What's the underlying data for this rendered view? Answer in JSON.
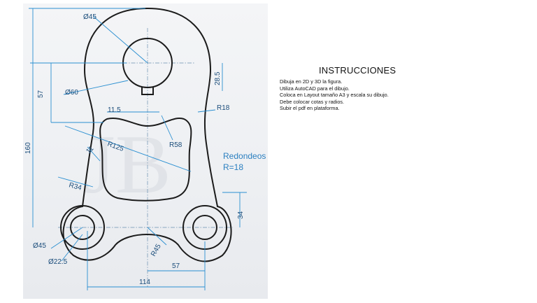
{
  "instructions": {
    "title": "INSTRUCCIONES",
    "items": [
      "Dibuja en 2D y 3D la figura.",
      "Utiliza AutoCAD para el dibujo.",
      "Coloca en Layout tamaño A3 y escala su dibujo.",
      "Debe colocar cotas y radios.",
      "Subir el pdf en plataforma."
    ]
  },
  "drawing": {
    "dimensions": {
      "d_top_outer": "Ø45",
      "d_top_inner": "Ø60",
      "d_slot_width": "11.5",
      "d_keyway": "28.5",
      "d_57_vertical": "57",
      "d_160": "160",
      "r_18": "R18",
      "r_125": "R125",
      "r_58": "R58",
      "d_11": "11",
      "r_34": "R34",
      "d_34": "34",
      "d_45_left": "Ø45",
      "d_22_5": "Ø22.5",
      "r_45": "R45",
      "d_57_horizontal": "57",
      "d_114": "114"
    },
    "note_line1": "Redondeos",
    "note_line2": "R=18"
  }
}
